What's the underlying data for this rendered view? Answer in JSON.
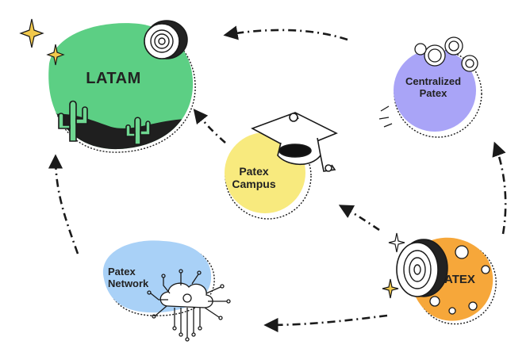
{
  "colors": {
    "latam": "#5ccf84",
    "centralized": "#a9a4f7",
    "campus": "#f8ea7e",
    "network": "#a9d1f7",
    "patex": "#f6a73a",
    "stroke": "#1a1a1a",
    "sparkle": "#f2c94c"
  },
  "nodes": {
    "latam": {
      "label": "LATAM",
      "icon": "coin-icon"
    },
    "centralized": {
      "label": "Centralized\nPatex",
      "icon": "coins-icon"
    },
    "campus": {
      "label": "Patex\nCampus",
      "icon": "graduation-cap-icon"
    },
    "network": {
      "label": "Patex\nNetwork",
      "icon": "cloud-circuit-icon"
    },
    "patex": {
      "label": "PATEX",
      "icon": "coin-icon"
    }
  },
  "arrows": [
    {
      "from": "centralized",
      "to": "latam"
    },
    {
      "from": "campus",
      "to": "latam"
    },
    {
      "from": "patex",
      "to": "campus"
    },
    {
      "from": "patex",
      "to": "centralized"
    },
    {
      "from": "patex",
      "to": "network"
    },
    {
      "from": "network",
      "to": "latam"
    }
  ]
}
